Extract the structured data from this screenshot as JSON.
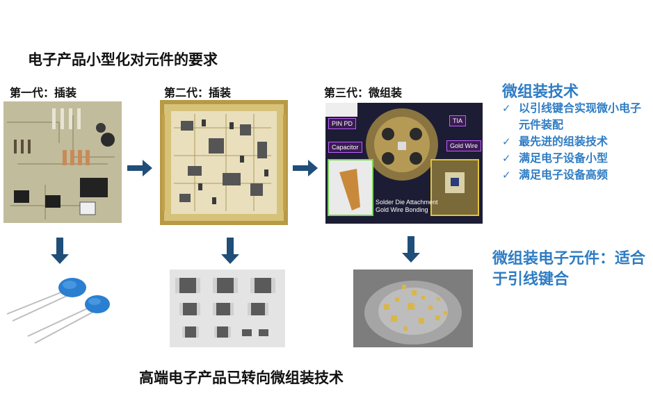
{
  "title": "电子产品小型化对元件的要求",
  "generations": [
    {
      "label": "第一代：插装"
    },
    {
      "label": "第二代：插装"
    },
    {
      "label": "第三代：微组装"
    }
  ],
  "gen3_photo_labels": {
    "pin_pd": "PIN PD",
    "tia": "TIA",
    "capacitor": "Capacitor",
    "gold_wire": "Gold Wire",
    "solder_line1": "Solder Die Attachment",
    "solder_line2": "Gold Wire Bonding"
  },
  "side": {
    "title": "微组装技术",
    "items": [
      "以引线键合实现微小电子元件装配",
      "最先进的组装技术",
      "满足电子设备小型",
      "满足电子设备高频"
    ],
    "note": "微组装电子元件：适合于引线键合"
  },
  "caption": "高端电子产品已转向微组装技术",
  "colors": {
    "accent": "#2e7cc4",
    "arrow": "#1f4e79"
  }
}
